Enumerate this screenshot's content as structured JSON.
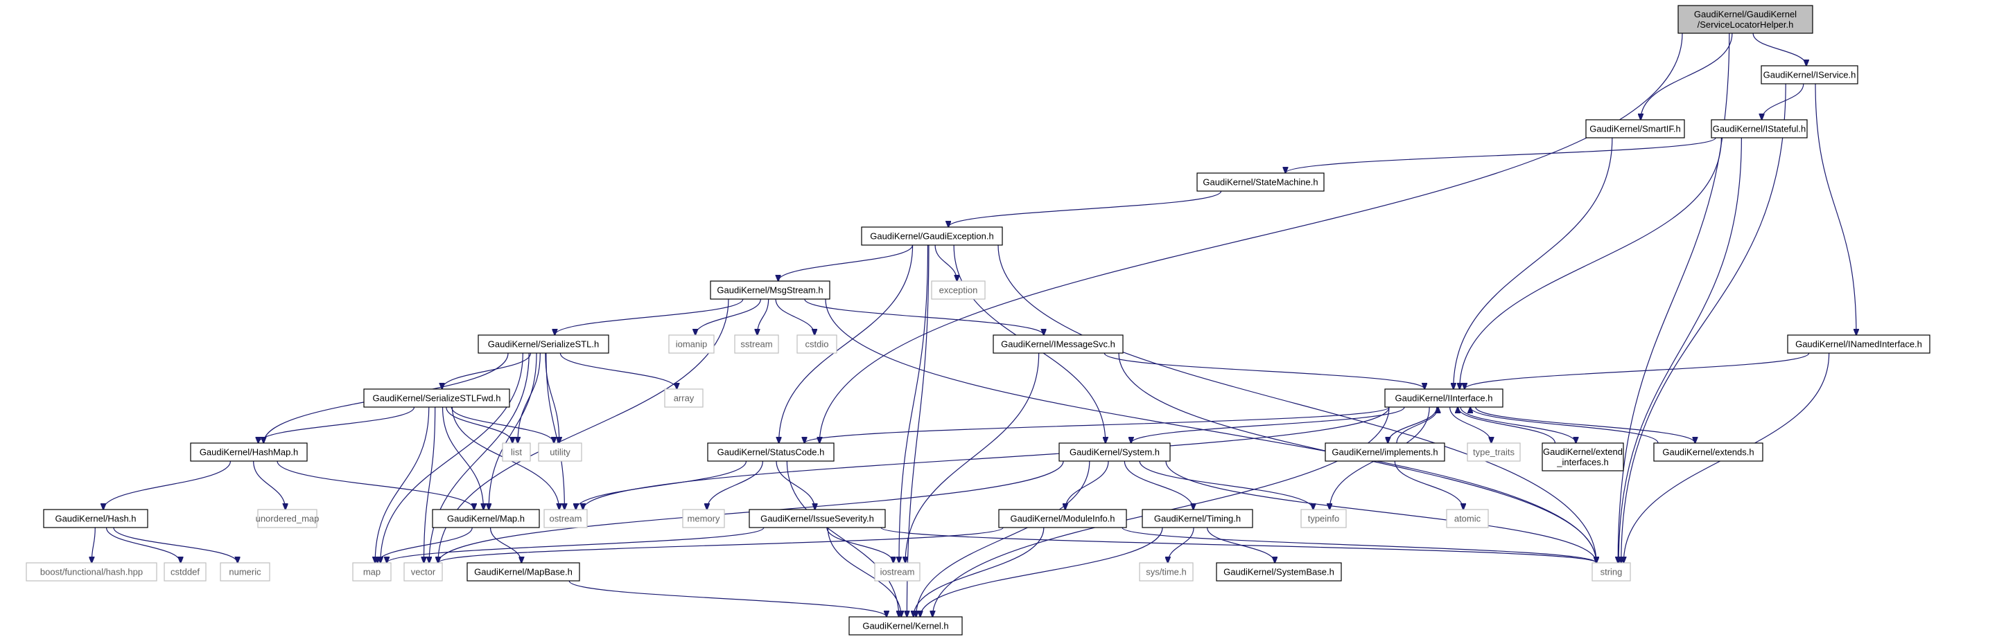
{
  "colors": {
    "edge": "#191970",
    "root_fill": "#bfbfbf",
    "node_fill": "#ffffff",
    "node_border": "#000000",
    "external_border": "#bfbfbf",
    "external_text": "#606060"
  },
  "nodes": {
    "root": {
      "lines": [
        "GaudiKernel/GaudiKernel",
        "/ServiceLocatorHelper.h"
      ],
      "kind": "root"
    },
    "iservice": {
      "lines": [
        "GaudiKernel/IService.h"
      ],
      "kind": "header"
    },
    "smartif": {
      "lines": [
        "GaudiKernel/SmartIF.h"
      ],
      "kind": "header"
    },
    "istateful": {
      "lines": [
        "GaudiKernel/IStateful.h"
      ],
      "kind": "header"
    },
    "statemachine": {
      "lines": [
        "GaudiKernel/StateMachine.h"
      ],
      "kind": "header"
    },
    "gaudiexception": {
      "lines": [
        "GaudiKernel/GaudiException.h"
      ],
      "kind": "header"
    },
    "exception": {
      "lines": [
        "exception"
      ],
      "kind": "external"
    },
    "msgstream": {
      "lines": [
        "GaudiKernel/MsgStream.h"
      ],
      "kind": "header"
    },
    "iomanip": {
      "lines": [
        "iomanip"
      ],
      "kind": "external"
    },
    "sstream": {
      "lines": [
        "sstream"
      ],
      "kind": "external"
    },
    "cstdio": {
      "lines": [
        "cstdio"
      ],
      "kind": "external"
    },
    "serializestl": {
      "lines": [
        "GaudiKernel/SerializeSTL.h"
      ],
      "kind": "header"
    },
    "imessagesvc": {
      "lines": [
        "GaudiKernel/IMessageSvc.h"
      ],
      "kind": "header"
    },
    "inamedinterface": {
      "lines": [
        "GaudiKernel/INamedInterface.h"
      ],
      "kind": "header"
    },
    "array": {
      "lines": [
        "array"
      ],
      "kind": "external"
    },
    "serializestlfwd": {
      "lines": [
        "GaudiKernel/SerializeSTLFwd.h"
      ],
      "kind": "header"
    },
    "iinterface": {
      "lines": [
        "GaudiKernel/IInterface.h"
      ],
      "kind": "header"
    },
    "list": {
      "lines": [
        "list"
      ],
      "kind": "external"
    },
    "utility": {
      "lines": [
        "utility"
      ],
      "kind": "external"
    },
    "hashmap": {
      "lines": [
        "GaudiKernel/HashMap.h"
      ],
      "kind": "header"
    },
    "statuscode": {
      "lines": [
        "GaudiKernel/StatusCode.h"
      ],
      "kind": "header"
    },
    "system": {
      "lines": [
        "GaudiKernel/System.h"
      ],
      "kind": "header"
    },
    "implements": {
      "lines": [
        "GaudiKernel/implements.h"
      ],
      "kind": "header"
    },
    "type_traits": {
      "lines": [
        "type_traits"
      ],
      "kind": "external"
    },
    "extend_interfaces": {
      "lines": [
        "GaudiKernel/extend",
        "_interfaces.h"
      ],
      "kind": "header"
    },
    "extends": {
      "lines": [
        "GaudiKernel/extends.h"
      ],
      "kind": "header"
    },
    "unordered_map": {
      "lines": [
        "unordered_map"
      ],
      "kind": "external"
    },
    "hash": {
      "lines": [
        "GaudiKernel/Hash.h"
      ],
      "kind": "header"
    },
    "map_h": {
      "lines": [
        "GaudiKernel/Map.h"
      ],
      "kind": "header"
    },
    "ostream": {
      "lines": [
        "ostream"
      ],
      "kind": "external"
    },
    "memory": {
      "lines": [
        "memory"
      ],
      "kind": "external"
    },
    "issueseverity": {
      "lines": [
        "GaudiKernel/IssueSeverity.h"
      ],
      "kind": "header"
    },
    "moduleinfo": {
      "lines": [
        "GaudiKernel/ModuleInfo.h"
      ],
      "kind": "header"
    },
    "timing": {
      "lines": [
        "GaudiKernel/Timing.h"
      ],
      "kind": "header"
    },
    "typeinfo": {
      "lines": [
        "typeinfo"
      ],
      "kind": "external"
    },
    "atomic": {
      "lines": [
        "atomic"
      ],
      "kind": "external"
    },
    "boost_hash": {
      "lines": [
        "boost/functional/hash.hpp"
      ],
      "kind": "external"
    },
    "cstddef": {
      "lines": [
        "cstddef"
      ],
      "kind": "external"
    },
    "numeric": {
      "lines": [
        "numeric"
      ],
      "kind": "external"
    },
    "map": {
      "lines": [
        "map"
      ],
      "kind": "external"
    },
    "vector": {
      "lines": [
        "vector"
      ],
      "kind": "external"
    },
    "mapbase": {
      "lines": [
        "GaudiKernel/MapBase.h"
      ],
      "kind": "header"
    },
    "iostream": {
      "lines": [
        "iostream"
      ],
      "kind": "external"
    },
    "systime": {
      "lines": [
        "sys/time.h"
      ],
      "kind": "external"
    },
    "systembase": {
      "lines": [
        "GaudiKernel/SystemBase.h"
      ],
      "kind": "header"
    },
    "string": {
      "lines": [
        "string"
      ],
      "kind": "external"
    },
    "kernel": {
      "lines": [
        "GaudiKernel/Kernel.h"
      ],
      "kind": "header"
    }
  },
  "edges": [
    [
      "root",
      "iservice"
    ],
    [
      "root",
      "smartif"
    ],
    [
      "root",
      "statuscode"
    ],
    [
      "root",
      "string"
    ],
    [
      "iservice",
      "istateful"
    ],
    [
      "iservice",
      "inamedinterface"
    ],
    [
      "iservice",
      "string"
    ],
    [
      "smartif",
      "iinterface"
    ],
    [
      "istateful",
      "statemachine"
    ],
    [
      "istateful",
      "iinterface"
    ],
    [
      "istateful",
      "string"
    ],
    [
      "statemachine",
      "gaudiexception"
    ],
    [
      "gaudiexception",
      "msgstream"
    ],
    [
      "gaudiexception",
      "exception"
    ],
    [
      "gaudiexception",
      "statuscode"
    ],
    [
      "gaudiexception",
      "iostream"
    ],
    [
      "gaudiexception",
      "system"
    ],
    [
      "gaudiexception",
      "string"
    ],
    [
      "gaudiexception",
      "kernel"
    ],
    [
      "msgstream",
      "serializestl"
    ],
    [
      "msgstream",
      "iomanip"
    ],
    [
      "msgstream",
      "sstream"
    ],
    [
      "msgstream",
      "cstdio"
    ],
    [
      "msgstream",
      "imessagesvc"
    ],
    [
      "msgstream",
      "string"
    ],
    [
      "msgstream",
      "vector"
    ],
    [
      "serializestl",
      "serializestlfwd"
    ],
    [
      "serializestl",
      "hashmap"
    ],
    [
      "serializestl",
      "list"
    ],
    [
      "serializestl",
      "utility"
    ],
    [
      "serializestl",
      "array"
    ],
    [
      "serializestl",
      "map_h"
    ],
    [
      "serializestl",
      "ostream"
    ],
    [
      "serializestl",
      "map"
    ],
    [
      "serializestl",
      "vector"
    ],
    [
      "serializestlfwd",
      "hashmap"
    ],
    [
      "serializestlfwd",
      "list"
    ],
    [
      "serializestlfwd",
      "utility"
    ],
    [
      "serializestlfwd",
      "map_h"
    ],
    [
      "serializestlfwd",
      "ostream"
    ],
    [
      "serializestlfwd",
      "map"
    ],
    [
      "serializestlfwd",
      "vector"
    ],
    [
      "imessagesvc",
      "iinterface"
    ],
    [
      "imessagesvc",
      "iostream"
    ],
    [
      "imessagesvc",
      "string"
    ],
    [
      "inamedinterface",
      "iinterface"
    ],
    [
      "inamedinterface",
      "string"
    ],
    [
      "iinterface",
      "statuscode"
    ],
    [
      "iinterface",
      "system"
    ],
    [
      "iinterface",
      "implements"
    ],
    [
      "iinterface",
      "type_traits"
    ],
    [
      "iinterface",
      "extend_interfaces"
    ],
    [
      "iinterface",
      "extends"
    ],
    [
      "iinterface",
      "ostream"
    ],
    [
      "iinterface",
      "typeinfo"
    ],
    [
      "iinterface",
      "kernel"
    ],
    [
      "implements",
      "iinterface"
    ],
    [
      "implements",
      "atomic"
    ],
    [
      "extend_interfaces",
      "iinterface"
    ],
    [
      "extends",
      "iinterface"
    ],
    [
      "hashmap",
      "hash"
    ],
    [
      "hashmap",
      "unordered_map"
    ],
    [
      "hashmap",
      "map_h"
    ],
    [
      "hash",
      "boost_hash"
    ],
    [
      "hash",
      "cstddef"
    ],
    [
      "hash",
      "numeric"
    ],
    [
      "map_h",
      "mapbase"
    ],
    [
      "map_h",
      "map"
    ],
    [
      "mapbase",
      "kernel"
    ],
    [
      "statuscode",
      "ostream"
    ],
    [
      "statuscode",
      "memory"
    ],
    [
      "statuscode",
      "issueseverity"
    ],
    [
      "statuscode",
      "kernel"
    ],
    [
      "issueseverity",
      "iostream"
    ],
    [
      "issueseverity",
      "map"
    ],
    [
      "issueseverity",
      "string"
    ],
    [
      "issueseverity",
      "kernel"
    ],
    [
      "system",
      "moduleinfo"
    ],
    [
      "system",
      "timing"
    ],
    [
      "system",
      "typeinfo"
    ],
    [
      "system",
      "string"
    ],
    [
      "system",
      "vector"
    ],
    [
      "system",
      "kernel"
    ],
    [
      "moduleinfo",
      "kernel"
    ],
    [
      "moduleinfo",
      "string"
    ],
    [
      "moduleinfo",
      "vector"
    ],
    [
      "timing",
      "kernel"
    ],
    [
      "timing",
      "systime"
    ],
    [
      "timing",
      "systembase"
    ]
  ]
}
